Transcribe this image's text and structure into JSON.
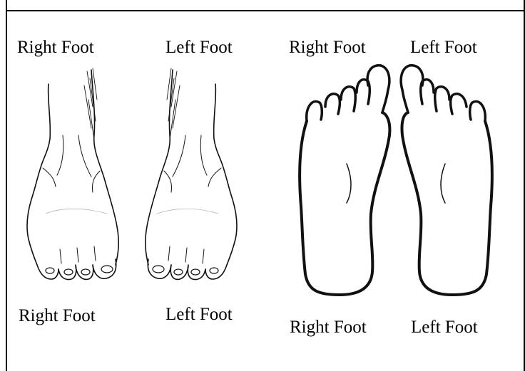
{
  "labels": {
    "top_front_right": "Right Foot",
    "top_front_left": "Left Foot",
    "top_sole_right": "Right Foot",
    "top_sole_left": "Left Foot",
    "bottom_front_right": "Right Foot",
    "bottom_front_left": "Left Foot",
    "bottom_sole_right": "Right Foot",
    "bottom_sole_left": "Left Foot"
  }
}
